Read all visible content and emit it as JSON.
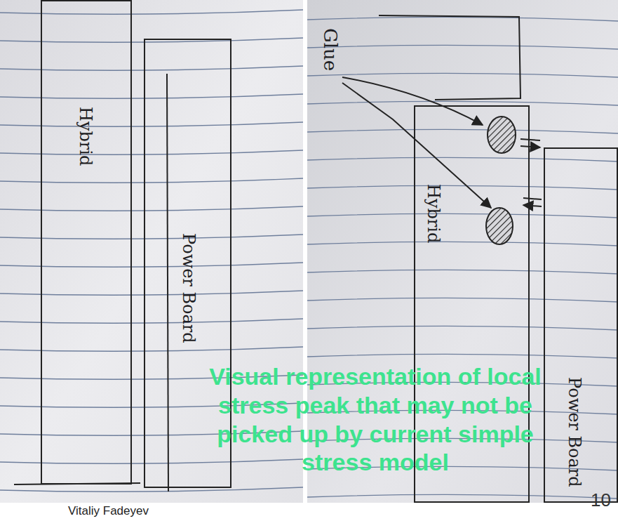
{
  "diagram": {
    "nodes": [
      {
        "text": [
          "Hybrid"
        ]
      },
      {
        "text": [
          "Power Board"
        ]
      },
      {
        "text": [
          "Hybrid"
        ]
      },
      {
        "text": [
          "Power Board"
        ]
      }
    ],
    "labels": [
      "Glue",
      "Visual representation of local stress peak that may not be picked up by current simple stress model",
      "Vitaliy Fadeyev",
      "10"
    ]
  }
}
